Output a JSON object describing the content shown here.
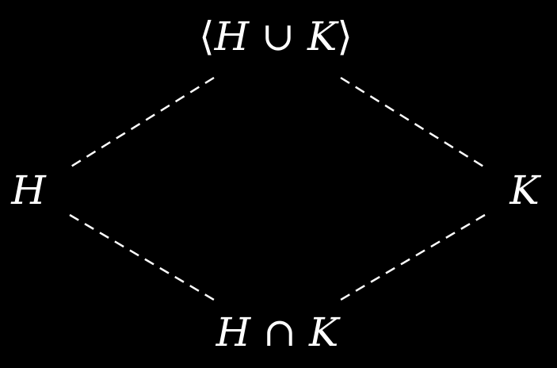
{
  "nodes": {
    "top": {
      "open": "⟨",
      "a": "H",
      "op": " ∪ ",
      "b": "K",
      "close": "⟩"
    },
    "left": {
      "label": "H"
    },
    "right": {
      "label": "K"
    },
    "bottom": {
      "a": "H",
      "op": " ∩ ",
      "b": "K"
    }
  },
  "edges": [
    {
      "from": "top",
      "to": "left",
      "style": "dashed"
    },
    {
      "from": "top",
      "to": "right",
      "style": "dashed"
    },
    {
      "from": "left",
      "to": "bottom",
      "style": "dashed"
    },
    {
      "from": "right",
      "to": "bottom",
      "style": "dashed"
    }
  ],
  "colors": {
    "background": "#000000",
    "foreground": "#ffffff"
  }
}
